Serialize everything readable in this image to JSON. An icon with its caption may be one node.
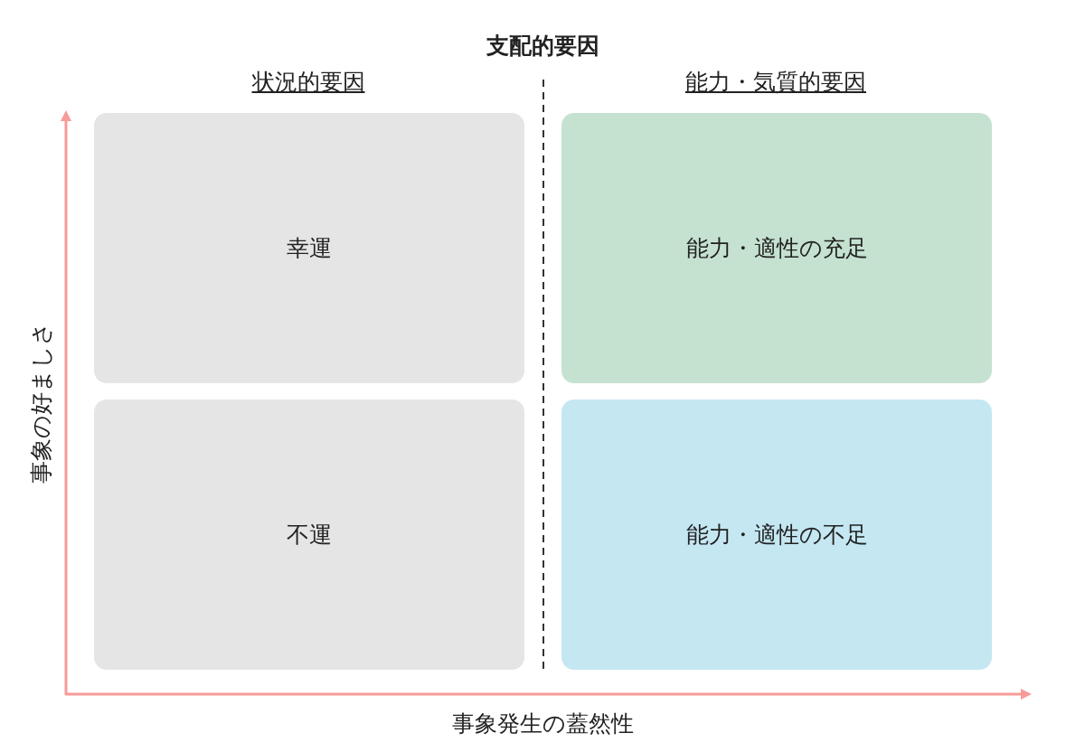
{
  "diagram": {
    "title": "支配的要因",
    "nodes": [
      {
        "text": [
          "幸運"
        ]
      },
      {
        "text": [
          "能力・適性の充足"
        ]
      },
      {
        "text": [
          "不運"
        ]
      },
      {
        "text": [
          "能力・適性の不足"
        ]
      }
    ],
    "labels": [
      "状況的要因",
      "能力・気質的要因",
      "事象の好ましさ",
      "事象発生の蓋然性"
    ]
  }
}
